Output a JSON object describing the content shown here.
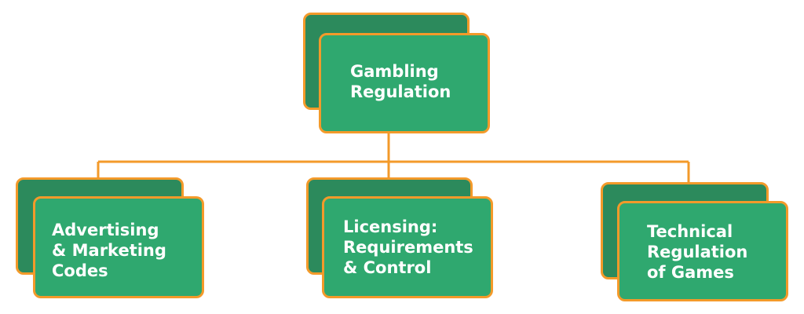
{
  "colors": {
    "card_front": "#2fa86f",
    "card_back": "#2c8a5c",
    "border": "#f39a2a",
    "connector": "#f39a2a",
    "text": "#ffffff"
  },
  "root": {
    "label": "Gambling\nRegulation"
  },
  "children": [
    {
      "label": "Advertising\n& Marketing\nCodes"
    },
    {
      "label": "Licensing:\nRequirements\n& Control"
    },
    {
      "label": "Technical\nRegulation\nof Games"
    }
  ]
}
